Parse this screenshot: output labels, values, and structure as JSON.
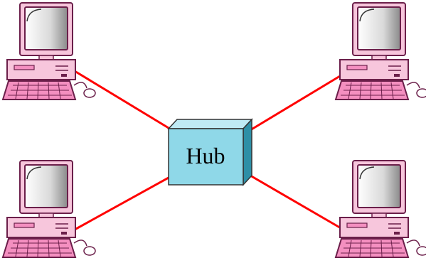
{
  "hub": {
    "label": "Hub",
    "front_color": "#8fd8e8",
    "side_color": "#2e8fa6",
    "top_color": "#bfeaf4"
  },
  "computers": [
    {
      "name": "computer-top-left",
      "icon": "desktop-computer-icon"
    },
    {
      "name": "computer-top-right",
      "icon": "desktop-computer-icon"
    },
    {
      "name": "computer-bottom-left",
      "icon": "desktop-computer-icon"
    },
    {
      "name": "computer-bottom-right",
      "icon": "desktop-computer-icon"
    }
  ],
  "colors": {
    "link": "#ff0000",
    "computer_body": "#f7c6dc",
    "computer_outline": "#6b1f4a",
    "keyboard": "#f48fc0",
    "screen": "#e0e0e0"
  }
}
